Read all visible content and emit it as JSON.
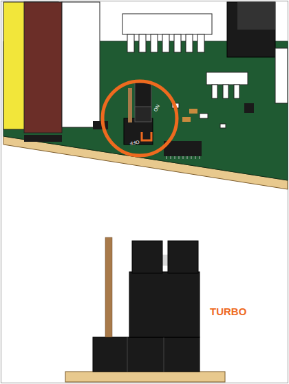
{
  "diagram": {
    "labels": [
      "ON",
      "OFF",
      "TURBO"
    ]
  }
}
